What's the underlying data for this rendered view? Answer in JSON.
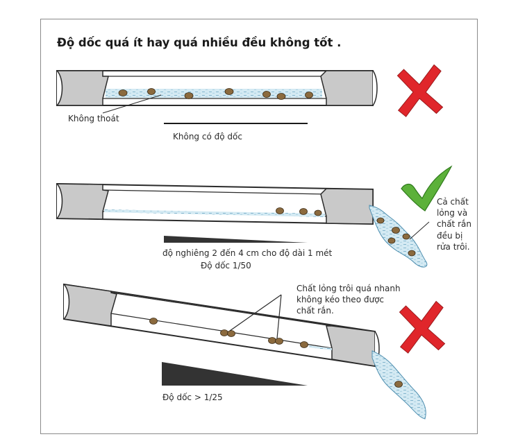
{
  "title": "Độ dốc quá ít hay quá nhiều đều không tốt .",
  "panels": [
    {
      "status": "incorrect",
      "status_icon": "red-x-icon",
      "labels": [
        "Không thoát",
        "Không có độ dốc"
      ]
    },
    {
      "status": "correct",
      "status_icon": "green-check-icon",
      "labels": [
        "độ nghiêng 2 đến 4 cm cho độ dài 1 mét",
        "Độ dốc 1/50"
      ],
      "side_note": [
        "Cả chất",
        "lỏng và",
        "chất rắn",
        "đều bị",
        "rửa trôi."
      ]
    },
    {
      "status": "incorrect",
      "status_icon": "red-x-icon",
      "labels": [
        "Độ dốc > 1/25"
      ],
      "callout": [
        "Chất lỏng trôi quá nhanh",
        "không kéo theo được",
        "chất rắn."
      ]
    }
  ],
  "colors": {
    "pipe_outline": "#2a2a2a",
    "pipe_end": "#c9c9c9",
    "water": "#cfe6f0",
    "solid": "#8b6a3e",
    "incorrect": "#e0262b",
    "correct": "#5cb13a"
  }
}
